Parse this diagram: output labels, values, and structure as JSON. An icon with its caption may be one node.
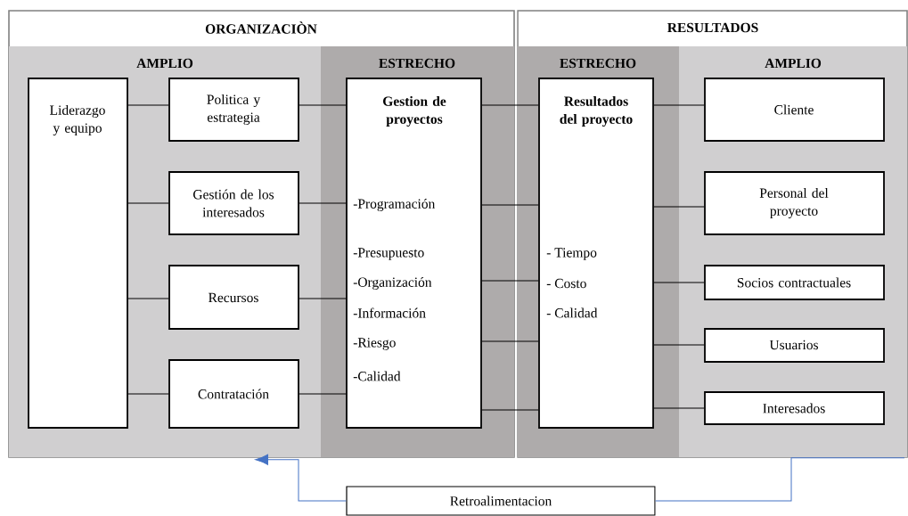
{
  "diagram": {
    "nodes": [
      {
        "text": [
          "ORGANIZACIÒN"
        ]
      },
      {
        "text": [
          "AMPLIO"
        ],
        "in": 0
      },
      {
        "text": [
          "ESTRECHO"
        ],
        "in": 0
      },
      {
        "text": [
          "RESULTADOS"
        ]
      },
      {
        "text": [
          "ESTRECHO"
        ],
        "in": 3
      },
      {
        "text": [
          "AMPLIO"
        ],
        "in": 3
      },
      {
        "text": [
          "Liderazgo y equipo"
        ],
        "in": 1
      },
      {
        "text": [
          "Politica y estrategia"
        ],
        "in": 1
      },
      {
        "text": [
          "Gestión de los interesados"
        ],
        "in": 1
      },
      {
        "text": [
          "Recursos"
        ],
        "in": 1
      },
      {
        "text": [
          "Contratación"
        ],
        "in": 1
      },
      {
        "text": [
          "Gestion de proyectos",
          "-Programación",
          "-Presupuesto",
          "-Organización",
          "-Información",
          "-Riesgo",
          "-Calidad"
        ],
        "in": 2
      },
      {
        "text": [
          "Resultados del proyecto",
          "- Tiempo",
          "- Costo",
          "- Calidad"
        ],
        "in": 4
      },
      {
        "text": [
          "Cliente"
        ],
        "in": 5
      },
      {
        "text": [
          "Personal del proyecto"
        ],
        "in": 5
      },
      {
        "text": [
          "Socios contractuales"
        ],
        "in": 5
      },
      {
        "text": [
          "Usuarios"
        ],
        "in": 5
      },
      {
        "text": [
          "Interesados"
        ],
        "in": 5
      },
      {
        "text": [
          "Retroalimentacion"
        ]
      }
    ],
    "edges": [
      {
        "from": 6,
        "to": 7,
        "arrow": "none"
      },
      {
        "from": 6,
        "to": 8,
        "arrow": "none"
      },
      {
        "from": 6,
        "to": 9,
        "arrow": "none"
      },
      {
        "from": 6,
        "to": 10,
        "arrow": "none"
      },
      {
        "from": 7,
        "to": 11,
        "arrow": "none"
      },
      {
        "from": 8,
        "to": 11,
        "arrow": "none"
      },
      {
        "from": 9,
        "to": 11,
        "arrow": "none"
      },
      {
        "from": 10,
        "to": 11,
        "arrow": "none"
      },
      {
        "from": 11,
        "to": 12,
        "arrow": "none"
      },
      {
        "from": 11,
        "to": 12,
        "arrow": "none"
      },
      {
        "from": 11,
        "to": 12,
        "arrow": "none"
      },
      {
        "from": 11,
        "to": 12,
        "arrow": "none"
      },
      {
        "from": 11,
        "to": 12,
        "arrow": "none"
      },
      {
        "from": 12,
        "to": 13,
        "arrow": "none"
      },
      {
        "from": 12,
        "to": 14,
        "arrow": "none"
      },
      {
        "from": 12,
        "to": 15,
        "arrow": "none"
      },
      {
        "from": 12,
        "to": 16,
        "arrow": "none"
      },
      {
        "from": 12,
        "to": 17,
        "arrow": "none"
      },
      {
        "from": 3,
        "to": 18,
        "arrow": "none",
        "color": "#4472c4"
      },
      {
        "from": 18,
        "to": 0,
        "arrow": "to",
        "color": "#4472c4"
      }
    ]
  }
}
